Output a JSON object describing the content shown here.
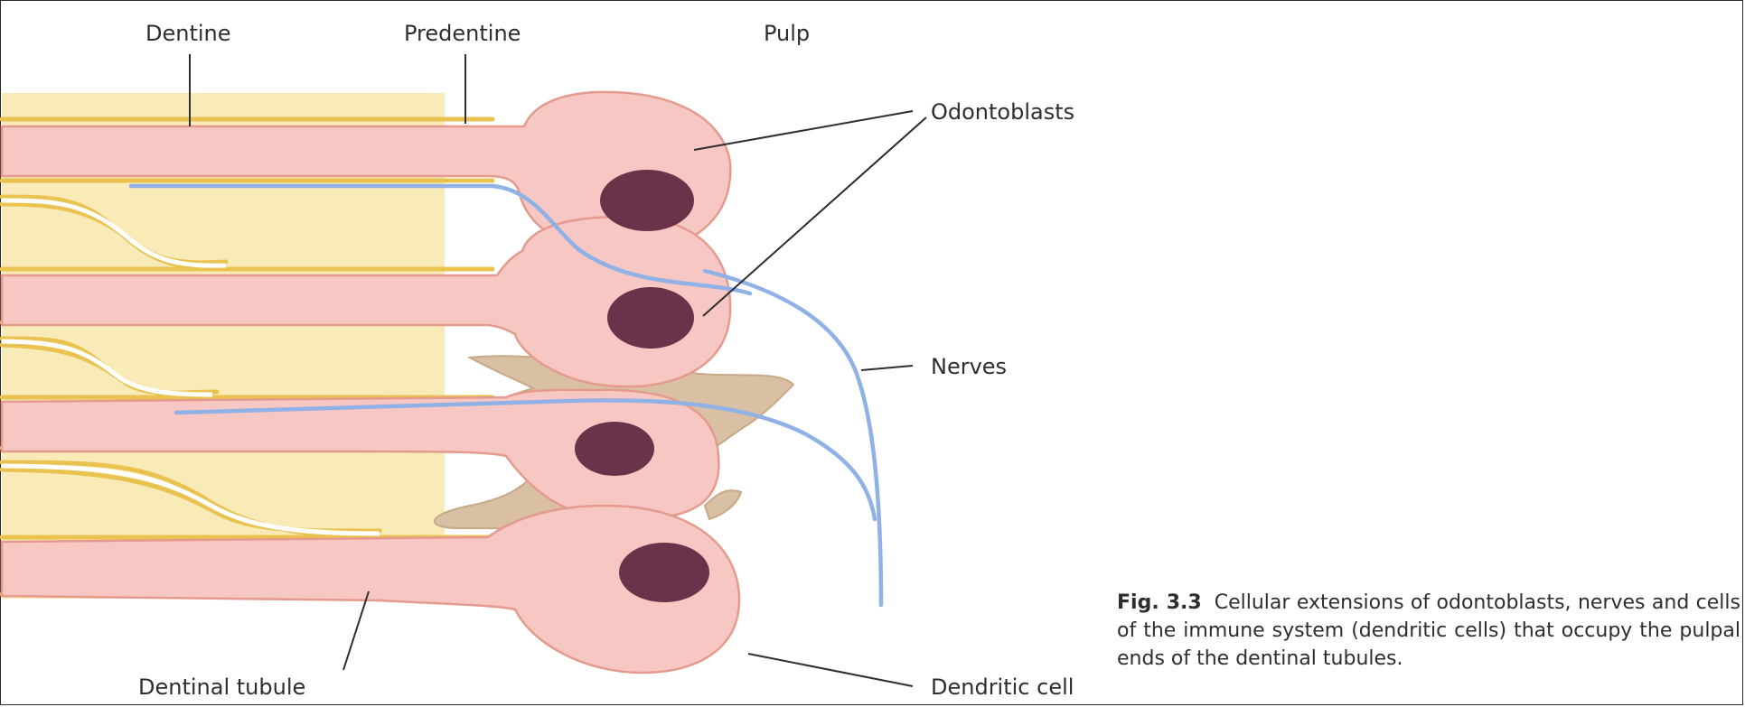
{
  "labels": {
    "dentine": "Dentine",
    "predentine": "Predentine",
    "pulp": "Pulp",
    "odontoblasts": "Odontoblasts",
    "nerves": "Nerves",
    "dendritic_cell": "Dendritic cell",
    "dentinal_tubule": "Dentinal tubule"
  },
  "caption": {
    "figure_number": "Fig. 3.3",
    "text": "Cellular extensions of odontoblasts, nerves and cells of the immune system (dendritic cells) that occupy the pulpal ends of the dentinal tubules."
  },
  "colors": {
    "dentine": "#fbefc0",
    "tubule_wall": "#e9c250",
    "odontoblast_fill": "#f7c7c4",
    "odontoblast_stroke": "#e59a8e",
    "nucleus": "#6b3349",
    "nerve": "#8fb1e6",
    "dendritic_cell": "#d9bfa3",
    "leader_line": "#2e2e2e"
  }
}
